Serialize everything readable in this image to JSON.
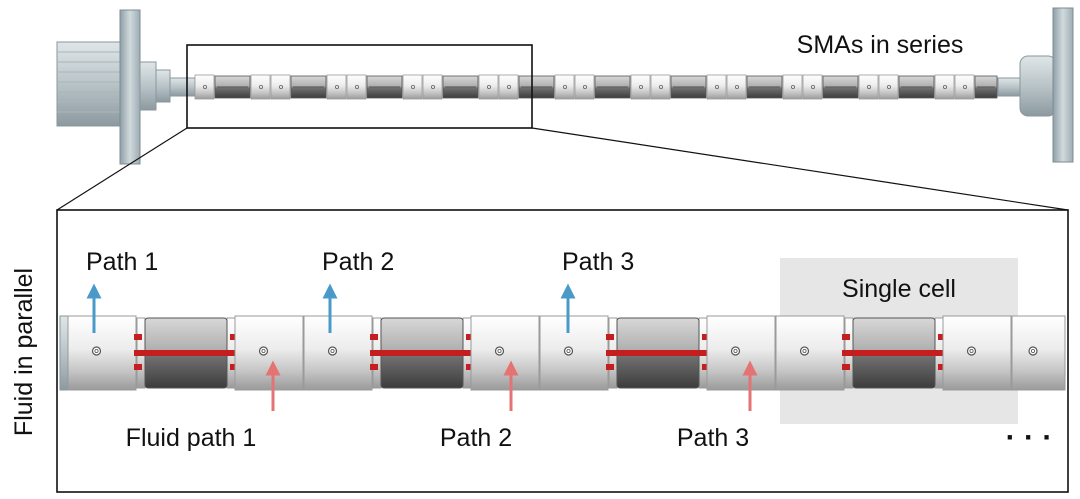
{
  "top": {
    "title": "SMAs in series"
  },
  "inset": {
    "side_label": "Fluid in parallel",
    "single_cell_label": "Single cell",
    "outlet_paths": [
      "Path 1",
      "Path 2",
      "Path 3"
    ],
    "inlet_paths": [
      "Fluid path 1",
      "Path 2",
      "Path 3"
    ],
    "continuation": "· · ·"
  },
  "colors": {
    "outlet_arrow": "#4a9ac9",
    "inlet_arrow": "#e57373",
    "sma_wire": "#c41e1e",
    "cell_highlight": "#e6e6e6"
  }
}
